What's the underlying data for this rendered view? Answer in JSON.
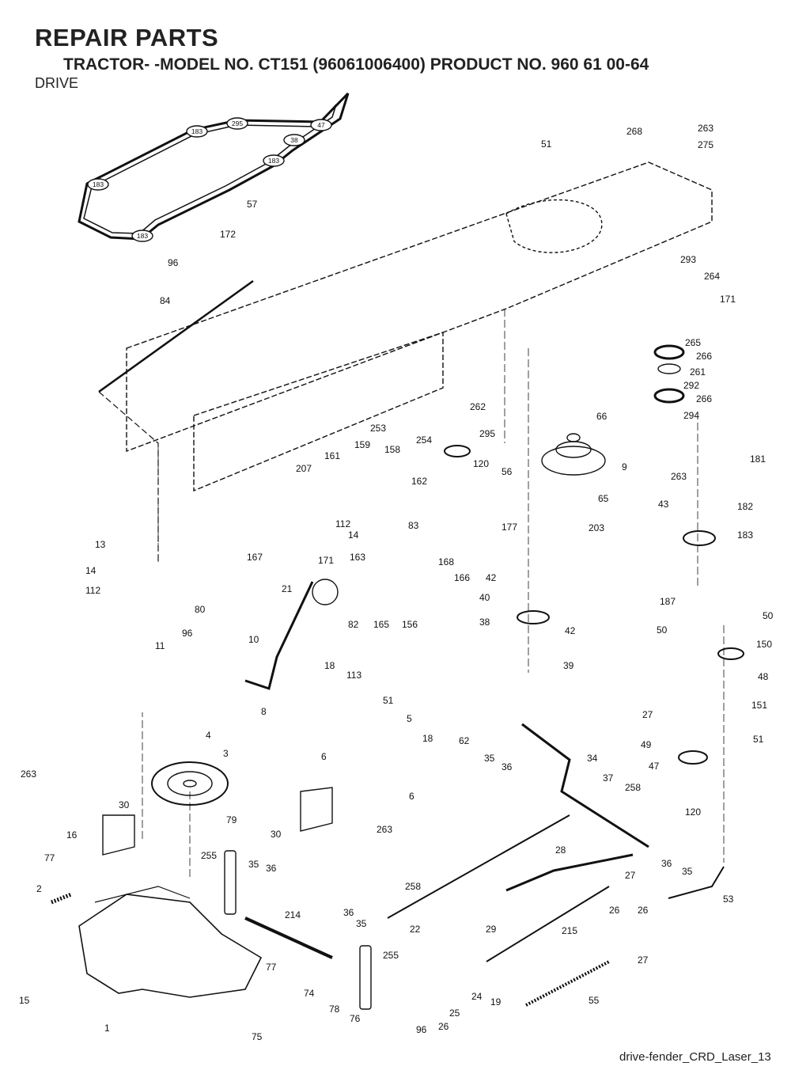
{
  "header": {
    "title": "REPAIR PARTS",
    "subtitle": "TRACTOR- -MODEL NO. CT151 (96061006400) PRODUCT NO. 960 61 00-64",
    "section": "DRIVE"
  },
  "footer": {
    "drawing_id": "drive-fender_CRD_Laser_13"
  },
  "belt_pulley_labels": [
    "183",
    "295",
    "47",
    "38",
    "183",
    "183",
    "183"
  ],
  "part_labels": [
    {
      "id": "p-57",
      "text": "57"
    },
    {
      "id": "p-51a",
      "text": "51"
    },
    {
      "id": "p-268",
      "text": "268"
    },
    {
      "id": "p-263a",
      "text": "263"
    },
    {
      "id": "p-275",
      "text": "275"
    },
    {
      "id": "p-172",
      "text": "172"
    },
    {
      "id": "p-96a",
      "text": "96"
    },
    {
      "id": "p-84",
      "text": "84"
    },
    {
      "id": "p-293",
      "text": "293"
    },
    {
      "id": "p-264",
      "text": "264"
    },
    {
      "id": "p-171a",
      "text": "171"
    },
    {
      "id": "p-265",
      "text": "265"
    },
    {
      "id": "p-266a",
      "text": "266"
    },
    {
      "id": "p-261",
      "text": "261"
    },
    {
      "id": "p-292",
      "text": "292"
    },
    {
      "id": "p-266b",
      "text": "266"
    },
    {
      "id": "p-294",
      "text": "294"
    },
    {
      "id": "p-262",
      "text": "262"
    },
    {
      "id": "p-66",
      "text": "66"
    },
    {
      "id": "p-253",
      "text": "253"
    },
    {
      "id": "p-254",
      "text": "254"
    },
    {
      "id": "p-295",
      "text": "295"
    },
    {
      "id": "p-120a",
      "text": "120"
    },
    {
      "id": "p-56",
      "text": "56"
    },
    {
      "id": "p-9",
      "text": "9"
    },
    {
      "id": "p-181",
      "text": "181"
    },
    {
      "id": "p-263b",
      "text": "263"
    },
    {
      "id": "p-161",
      "text": "161"
    },
    {
      "id": "p-159",
      "text": "159"
    },
    {
      "id": "p-158",
      "text": "158"
    },
    {
      "id": "p-207",
      "text": "207"
    },
    {
      "id": "p-162",
      "text": "162"
    },
    {
      "id": "p-65",
      "text": "65"
    },
    {
      "id": "p-43",
      "text": "43"
    },
    {
      "id": "p-182",
      "text": "182"
    },
    {
      "id": "p-112a",
      "text": "112"
    },
    {
      "id": "p-14a",
      "text": "14"
    },
    {
      "id": "p-83",
      "text": "83"
    },
    {
      "id": "p-177",
      "text": "177"
    },
    {
      "id": "p-203",
      "text": "203"
    },
    {
      "id": "p-183",
      "text": "183"
    },
    {
      "id": "p-13",
      "text": "13"
    },
    {
      "id": "p-167",
      "text": "167"
    },
    {
      "id": "p-171b",
      "text": "171"
    },
    {
      "id": "p-163",
      "text": "163"
    },
    {
      "id": "p-14b",
      "text": "14"
    },
    {
      "id": "p-168",
      "text": "168"
    },
    {
      "id": "p-166",
      "text": "166"
    },
    {
      "id": "p-42a",
      "text": "42"
    },
    {
      "id": "p-112b",
      "text": "112"
    },
    {
      "id": "p-21",
      "text": "21"
    },
    {
      "id": "p-40",
      "text": "40"
    },
    {
      "id": "p-187",
      "text": "187"
    },
    {
      "id": "p-80",
      "text": "80"
    },
    {
      "id": "p-82",
      "text": "82"
    },
    {
      "id": "p-165",
      "text": "165"
    },
    {
      "id": "p-156",
      "text": "156"
    },
    {
      "id": "p-38",
      "text": "38"
    },
    {
      "id": "p-42b",
      "text": "42"
    },
    {
      "id": "p-50a",
      "text": "50"
    },
    {
      "id": "p-50b",
      "text": "50"
    },
    {
      "id": "p-96b",
      "text": "96"
    },
    {
      "id": "p-11",
      "text": "11"
    },
    {
      "id": "p-10",
      "text": "10"
    },
    {
      "id": "p-150",
      "text": "150"
    },
    {
      "id": "p-39",
      "text": "39"
    },
    {
      "id": "p-18a",
      "text": "18"
    },
    {
      "id": "p-113",
      "text": "113"
    },
    {
      "id": "p-48",
      "text": "48"
    },
    {
      "id": "p-8",
      "text": "8"
    },
    {
      "id": "p-51b",
      "text": "51"
    },
    {
      "id": "p-27a",
      "text": "27"
    },
    {
      "id": "p-151",
      "text": "151"
    },
    {
      "id": "p-5",
      "text": "5"
    },
    {
      "id": "p-62",
      "text": "62"
    },
    {
      "id": "p-18b",
      "text": "18"
    },
    {
      "id": "p-4",
      "text": "4"
    },
    {
      "id": "p-49",
      "text": "49"
    },
    {
      "id": "p-51c",
      "text": "51"
    },
    {
      "id": "p-3",
      "text": "3"
    },
    {
      "id": "p-6a",
      "text": "6"
    },
    {
      "id": "p-35a",
      "text": "35"
    },
    {
      "id": "p-36a",
      "text": "36"
    },
    {
      "id": "p-34",
      "text": "34"
    },
    {
      "id": "p-47",
      "text": "47"
    },
    {
      "id": "p-263c",
      "text": "263"
    },
    {
      "id": "p-37",
      "text": "37"
    },
    {
      "id": "p-6b",
      "text": "6"
    },
    {
      "id": "p-30a",
      "text": "30"
    },
    {
      "id": "p-258a",
      "text": "258"
    },
    {
      "id": "p-120b",
      "text": "120"
    },
    {
      "id": "p-79",
      "text": "79"
    },
    {
      "id": "p-263d",
      "text": "263"
    },
    {
      "id": "p-16",
      "text": "16"
    },
    {
      "id": "p-30b",
      "text": "30"
    },
    {
      "id": "p-77a",
      "text": "77"
    },
    {
      "id": "p-255a",
      "text": "255"
    },
    {
      "id": "p-35b",
      "text": "35"
    },
    {
      "id": "p-36b",
      "text": "36"
    },
    {
      "id": "p-28",
      "text": "28"
    },
    {
      "id": "p-36c",
      "text": "36"
    },
    {
      "id": "p-35c",
      "text": "35"
    },
    {
      "id": "p-2",
      "text": "2"
    },
    {
      "id": "p-258b",
      "text": "258"
    },
    {
      "id": "p-27b",
      "text": "27"
    },
    {
      "id": "p-53",
      "text": "53"
    },
    {
      "id": "p-214",
      "text": "214"
    },
    {
      "id": "p-26a",
      "text": "26"
    },
    {
      "id": "p-26b",
      "text": "26"
    },
    {
      "id": "p-36d",
      "text": "36"
    },
    {
      "id": "p-35d",
      "text": "35"
    },
    {
      "id": "p-22",
      "text": "22"
    },
    {
      "id": "p-29",
      "text": "29"
    },
    {
      "id": "p-215",
      "text": "215"
    },
    {
      "id": "p-255b",
      "text": "255"
    },
    {
      "id": "p-27c",
      "text": "27"
    },
    {
      "id": "p-77b",
      "text": "77"
    },
    {
      "id": "p-15",
      "text": "15"
    },
    {
      "id": "p-74",
      "text": "74"
    },
    {
      "id": "p-24",
      "text": "24"
    },
    {
      "id": "p-19",
      "text": "19"
    },
    {
      "id": "p-55",
      "text": "55"
    },
    {
      "id": "p-25",
      "text": "25"
    },
    {
      "id": "p-78",
      "text": "78"
    },
    {
      "id": "p-76",
      "text": "76"
    },
    {
      "id": "p-1",
      "text": "1"
    },
    {
      "id": "p-96c",
      "text": "96"
    },
    {
      "id": "p-26c",
      "text": "26"
    },
    {
      "id": "p-75",
      "text": "75"
    }
  ]
}
